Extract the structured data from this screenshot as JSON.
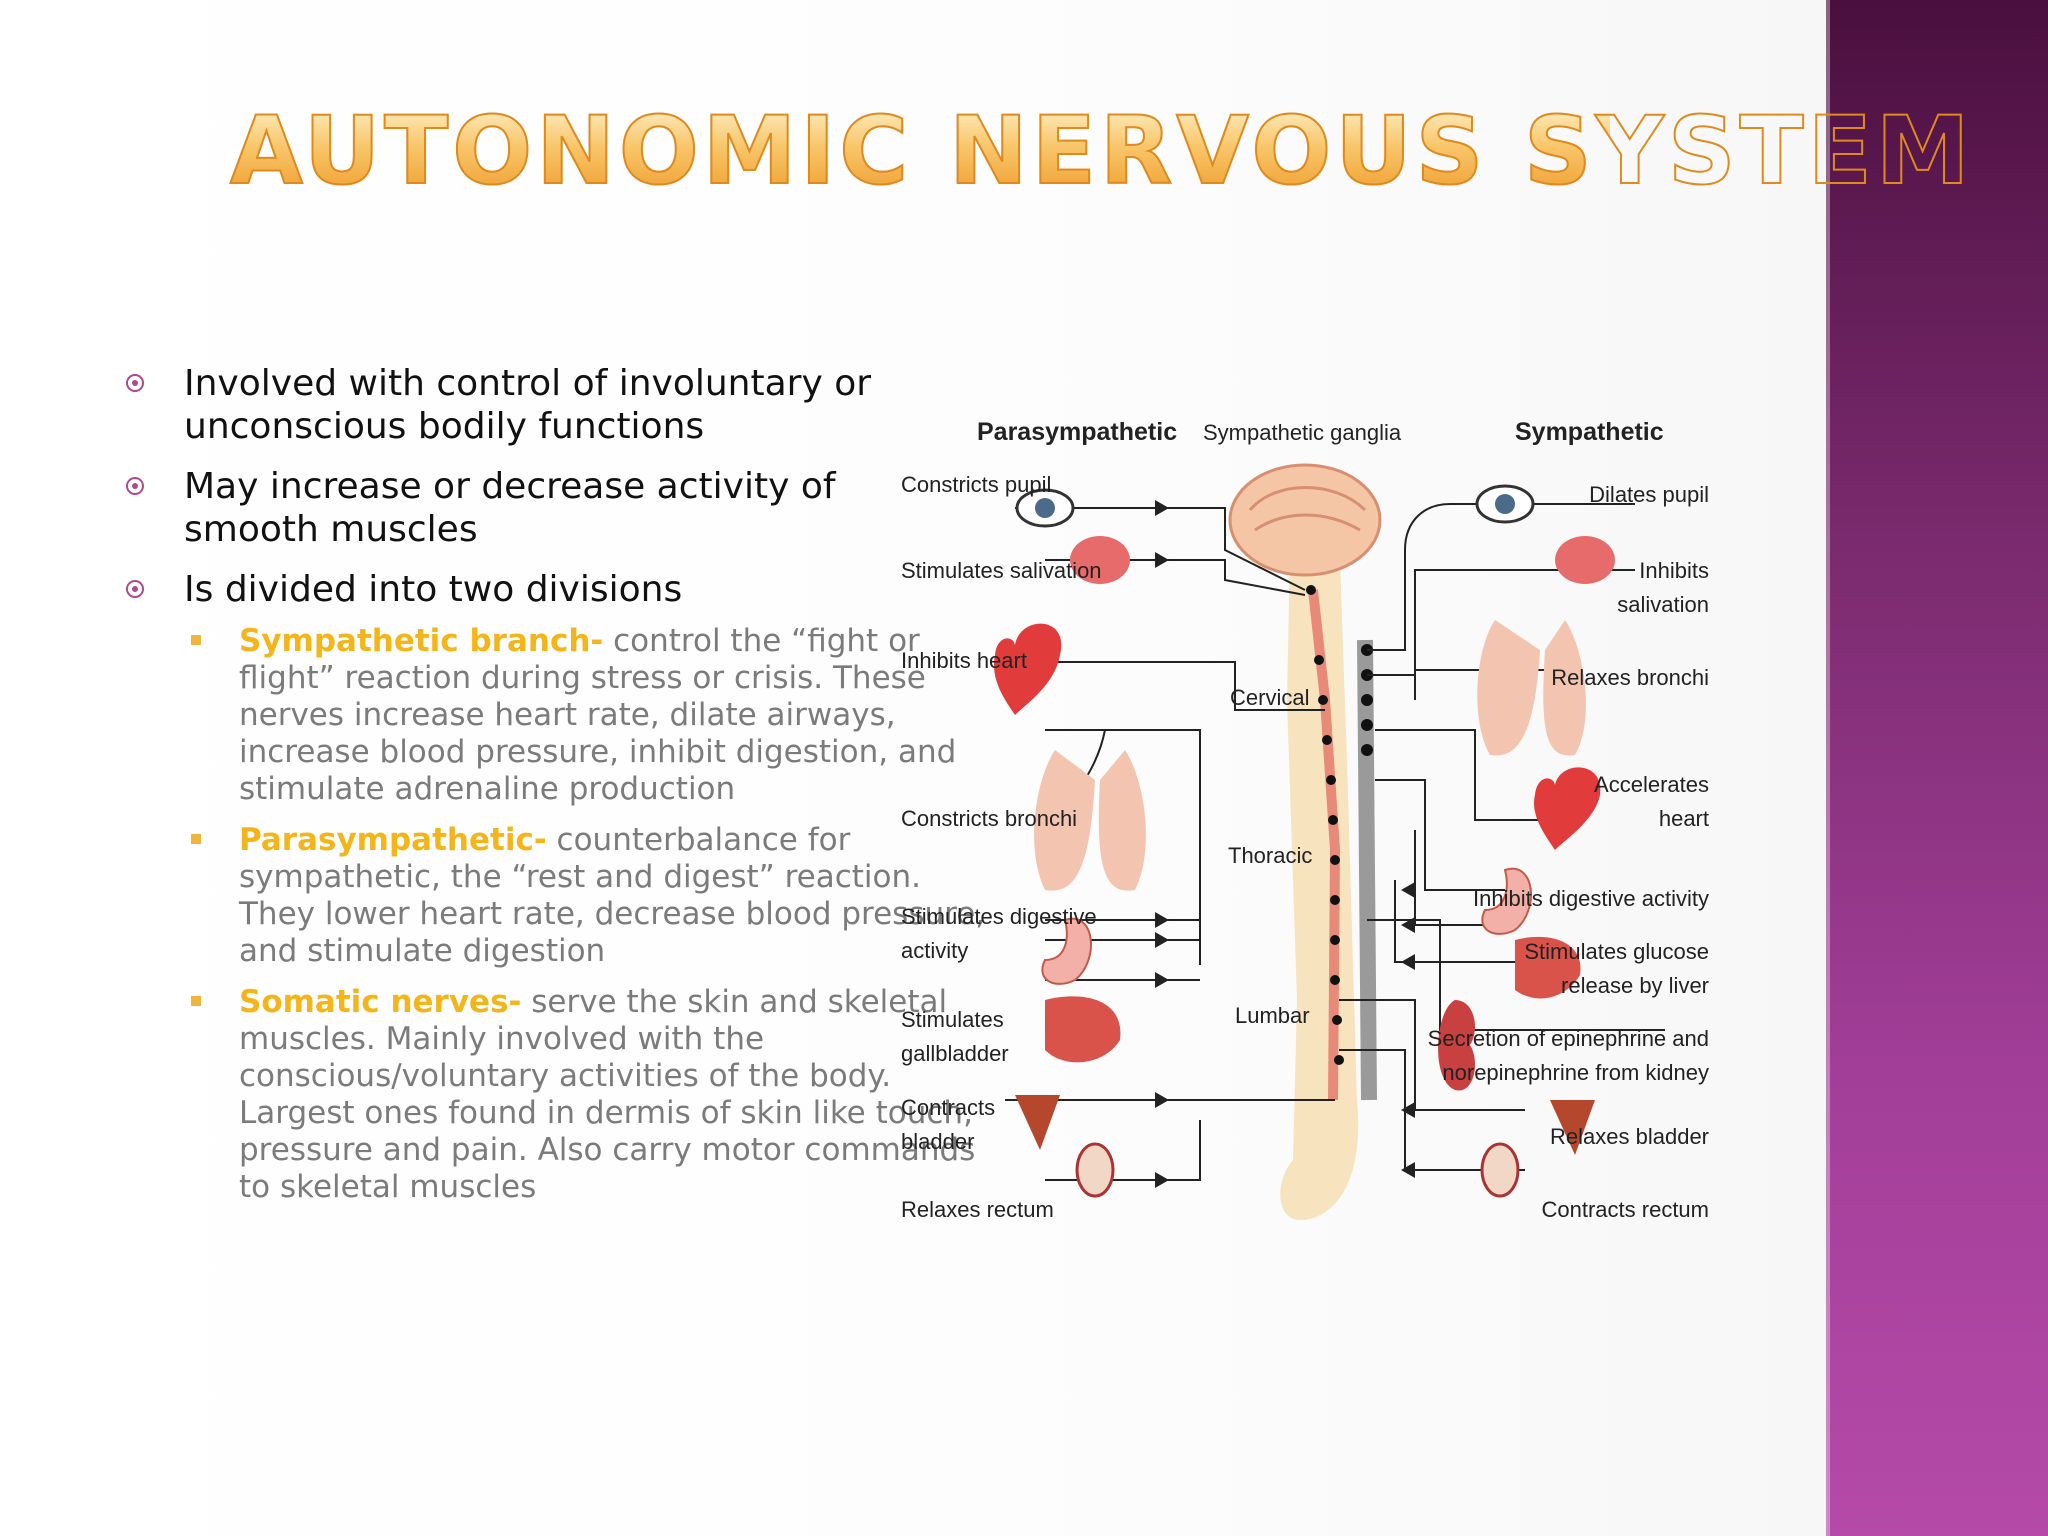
{
  "title": "AUTONOMIC NERVOUS SYSTEM",
  "bullets": [
    "Involved with control of involuntary or unconscious bodily functions",
    "May increase or decrease activity of smooth muscles",
    "Is divided into two divisions"
  ],
  "subbullets": [
    {
      "highlight": "Sympathetic branch-",
      "text": " control the “fight or flight” reaction during stress or crisis. These nerves increase heart rate, dilate airways, increase blood pressure, inhibit digestion, and stimulate adrenaline production"
    },
    {
      "highlight": "Parasympathetic-",
      "text": " counterbalance for sympathetic, the “rest and digest” reaction. They lower heart rate, decrease blood pressure, and stimulate digestion"
    },
    {
      "highlight": "Somatic nerves-",
      "text": " serve the skin and skeletal muscles. Mainly involved with the conscious/voluntary activities of the body. Largest ones found in dermis of skin like touch, pressure and pain. Also carry motor commands to skeletal muscles"
    }
  ],
  "diagram": {
    "parasympathetic_header": "Parasympathetic",
    "ganglia_header": "Sympathetic ganglia",
    "sympathetic_header": "Sympathetic",
    "left": {
      "pupil": "Constricts pupil",
      "salivation": "Stimulates salivation",
      "heart": "Inhibits heart",
      "bronchi": "Constricts bronchi",
      "digestive_1": "Stimulates digestive",
      "digestive_2": "activity",
      "gallbladder_1": "Stimulates",
      "gallbladder_2": "gallbladder",
      "bladder_1": "Contracts",
      "bladder_2": "bladder",
      "rectum": "Relaxes rectum"
    },
    "spine": {
      "cervical": "Cervical",
      "thoracic": "Thoracic",
      "lumbar": "Lumbar"
    },
    "right": {
      "pupil": "Dilates pupil",
      "salivation_1": "Inhibits",
      "salivation_2": "salivation",
      "bronchi": "Relaxes bronchi",
      "heart_1": "Accelerates",
      "heart_2": "heart",
      "digestive": "Inhibits digestive activity",
      "glucose_1": "Stimulates glucose",
      "glucose_2": "release by liver",
      "kidney_1": "Secretion of epinephrine and",
      "kidney_2": "norepinephrine from kidney",
      "bladder": "Relaxes bladder",
      "rectum": "Contracts rectum"
    }
  }
}
